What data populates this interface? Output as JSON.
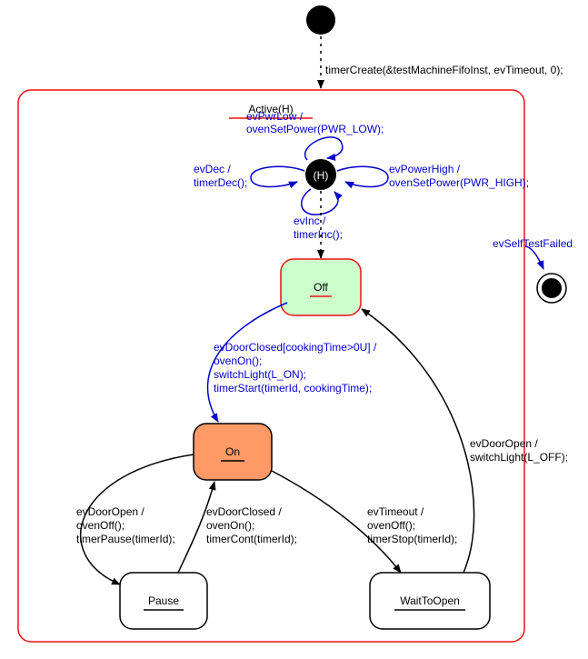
{
  "composite": {
    "name": "Active(H)",
    "border_color": "#ee1111"
  },
  "initial_transition": {
    "label": "timerCreate(&testMachineFifoInst, evTimeout, 0);"
  },
  "history": {
    "label": "(H)",
    "self_transitions": {
      "top": [
        "evPwrLow /",
        "ovenSetPower(PWR_LOW);"
      ],
      "left": [
        "evDec /",
        "timerDec();"
      ],
      "right": [
        "evPowerHigh /",
        "ovenSetPower(PWR_HIGH);"
      ],
      "bottom": [
        "evInc /",
        "timerInc();"
      ]
    }
  },
  "self_test": {
    "label": "evSelfTestFailed"
  },
  "states": {
    "off": {
      "name": "Off",
      "fill": "#ccffcc",
      "border": "#ee1111"
    },
    "on": {
      "name": "On",
      "fill": "#ff9966",
      "border": "#000000"
    },
    "pause": {
      "name": "Pause",
      "fill": "#ffffff",
      "border": "#000000"
    },
    "wait": {
      "name": "WaitToOpen",
      "fill": "#ffffff",
      "border": "#000000"
    }
  },
  "transitions": {
    "off_to_on": [
      "evDoorClosed[cookingTime>0U] /",
      "ovenOn();",
      "switchLight(L_ON);",
      "timerStart(timerId, cookingTime);"
    ],
    "on_to_pause": [
      "evDoorOpen /",
      "ovenOff();",
      "timerPause(timerId);"
    ],
    "pause_to_on": [
      "evDoorClosed /",
      "ovenOn();",
      "timerCont(timerId);"
    ],
    "on_to_wait": [
      "evTimeout /",
      "ovenOff();",
      "timerStop(timerId);"
    ],
    "wait_to_off": [
      "evDoorOpen /",
      "switchLight(L_OFF);"
    ]
  },
  "colors": {
    "blue": "#0000cc",
    "red": "#ee1111",
    "black": "#000000"
  }
}
